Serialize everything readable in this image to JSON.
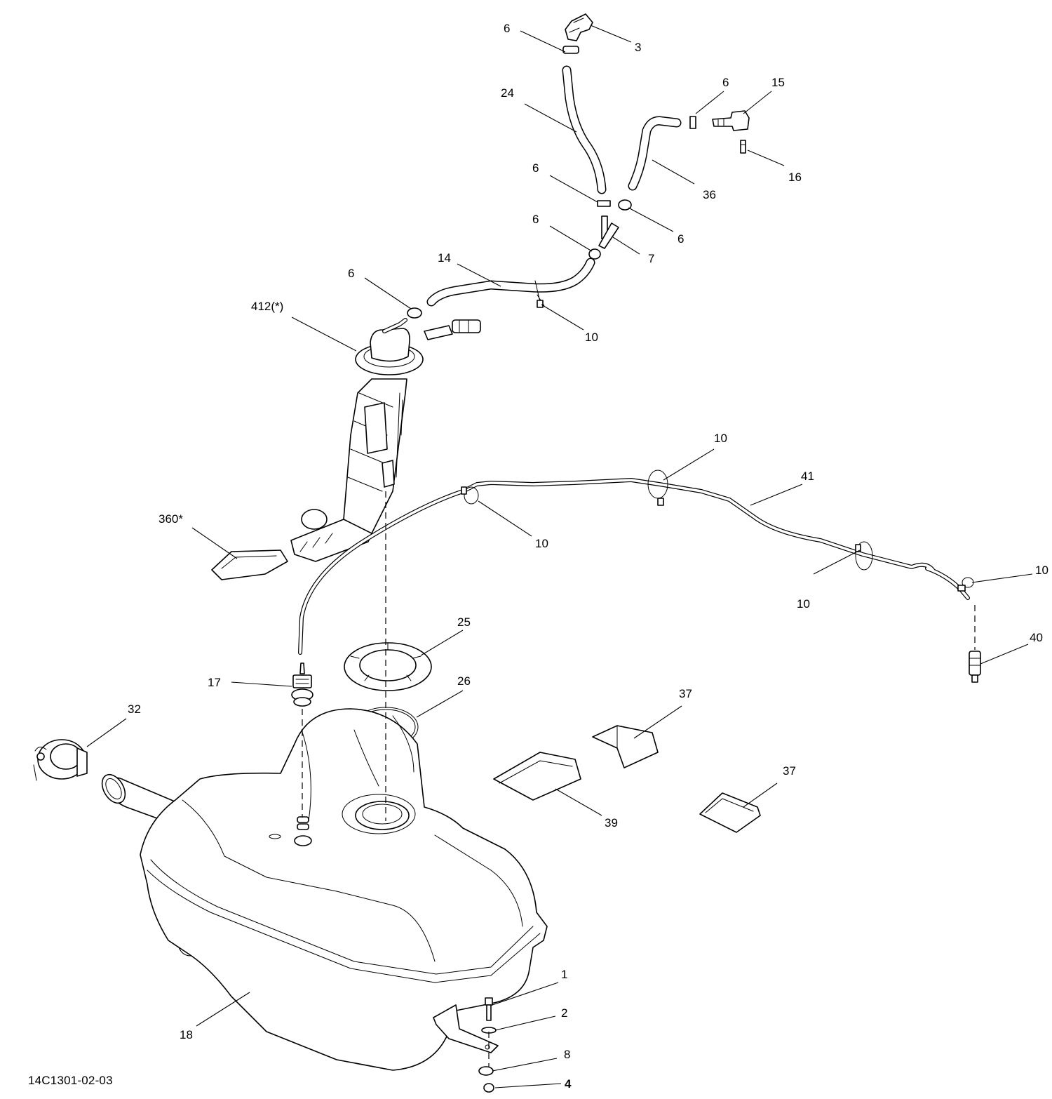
{
  "diagram": {
    "reference": "14C1301-02-03",
    "callouts": {
      "c1": "1",
      "c2": "2",
      "c3": "3",
      "c4": "4",
      "c6a": "6",
      "c6b": "6",
      "c6c": "6",
      "c6d": "6",
      "c6e": "6",
      "c6f": "6",
      "c7": "7",
      "c8": "8",
      "c10a": "10",
      "c10b": "10",
      "c10c": "10",
      "c10d": "10",
      "c10e": "10",
      "c14": "14",
      "c15": "15",
      "c16": "16",
      "c17": "17",
      "c18": "18",
      "c24": "24",
      "c25": "25",
      "c26": "26",
      "c32": "32",
      "c36": "36",
      "c37a": "37",
      "c37b": "37",
      "c39": "39",
      "c40": "40",
      "c41": "41",
      "c360": "360*",
      "c412": "412(*)"
    }
  }
}
